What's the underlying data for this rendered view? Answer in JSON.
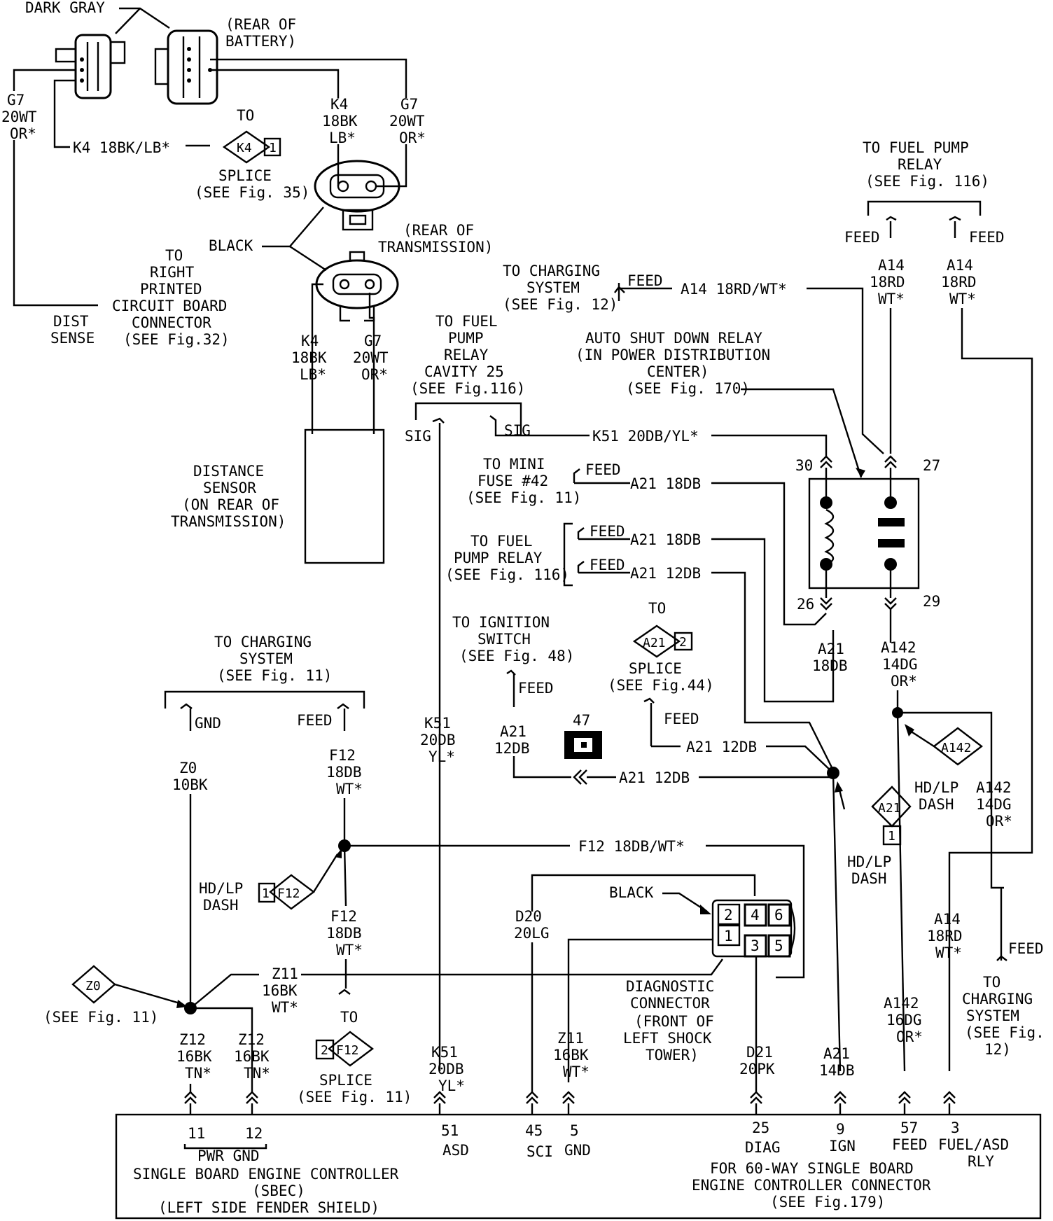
{
  "labels": {
    "dark_gray": "DARK GRAY",
    "rear_of_battery": [
      "(REAR OF",
      "BATTERY)"
    ],
    "g7_left": [
      "G7",
      "20WT",
      "OR*"
    ],
    "k4_left_wire": "K4 18BK/LB*",
    "to_splice_k4": "TO",
    "splice_k4": [
      "SPLICE",
      "(SEE Fig. 35)"
    ],
    "k4_top": [
      "K4",
      "18BK",
      "LB*"
    ],
    "g7_top": [
      "G7",
      "20WT",
      "OR*"
    ],
    "black_top": "BLACK",
    "rear_of_transmission": [
      "(REAR OF",
      "TRANSMISSION)"
    ],
    "to_right_pcb": [
      "TO",
      "RIGHT",
      "PRINTED",
      "CIRCUIT BOARD",
      "CONNECTOR",
      "(SEE Fig.32)"
    ],
    "dist_sense": [
      "DIST",
      "SENSE"
    ],
    "k4_lower": [
      "K4",
      "18BK",
      "LB*"
    ],
    "g7_lower": [
      "G7",
      "20WT",
      "OR*"
    ],
    "distance_sensor": [
      "DISTANCE",
      "SENSOR",
      "(ON REAR OF",
      "TRANSMISSION)"
    ],
    "to_fuel_pump_relay_top": [
      "TO FUEL PUMP",
      "RELAY",
      "(SEE Fig. 116)"
    ],
    "feed": "FEED",
    "a14_top": [
      "A14",
      "18RD",
      "WT*"
    ],
    "to_charging_12": [
      "TO CHARGING",
      "SYSTEM",
      "(SEE Fig. 12)"
    ],
    "a14_wire": "A14 18RD/WT*",
    "to_fuel_pump_relay_cavity": [
      "TO FUEL",
      "PUMP",
      "RELAY",
      "CAVITY 25",
      "(SEE Fig.116)"
    ],
    "asd_relay": [
      "AUTO SHUT DOWN RELAY",
      "(IN POWER DISTRIBUTION",
      "CENTER)",
      "(SEE Fig. 170)"
    ],
    "sig": "SIG",
    "k51_wire": "K51 20DB/YL*",
    "pin_30": "30",
    "pin_27": "27",
    "pin_26": "26",
    "pin_29": "29",
    "to_mini_fuse": [
      "TO MINI",
      "FUSE #42",
      "(SEE Fig. 11)"
    ],
    "a21_18db": "A21 18DB",
    "a21_12db": "A21 12DB",
    "to_fuel_pump_relay_mid": [
      "TO FUEL",
      "PUMP RELAY",
      "(SEE Fig. 116)"
    ],
    "a21_vert": [
      "A21",
      "18DB"
    ],
    "a142_vert": [
      "A142",
      "14DG",
      "OR*"
    ],
    "to_ignition": [
      "TO IGNITION",
      "SWITCH",
      "(SEE Fig. 48)"
    ],
    "a21_12db_vert": [
      "A21",
      "12DB"
    ],
    "conn_47": "47",
    "to_splice_a21": "TO",
    "splice_a21": [
      "SPLICE",
      "(SEE Fig.44)"
    ],
    "a21_tag": "A21",
    "tag_2": "2",
    "tag_1": "1",
    "a142_tag": "A142",
    "hd_lp_dash": [
      "HD/LP",
      "DASH"
    ],
    "a142_right": [
      "A142",
      "14DG",
      "OR*"
    ],
    "to_charging_11": [
      "TO CHARGING",
      "SYSTEM",
      "(SEE Fig. 11)"
    ],
    "gnd": "GND",
    "z0_vert": [
      "Z0",
      "10BK"
    ],
    "f12_vert": [
      "F12",
      "18DB",
      "WT*"
    ],
    "k51_vert": [
      "K51",
      "20DB",
      "YL*"
    ],
    "f12_wire": "F12 18DB/WT*",
    "f12_tag": "F12",
    "d20": [
      "D20",
      "20LG"
    ],
    "black_diag": "BLACK",
    "diag_pins": [
      "2",
      "4",
      "6",
      "1",
      "3",
      "5"
    ],
    "z11_wire": [
      "Z11",
      "16BK",
      "WT*"
    ],
    "z0_tag": "Z0",
    "see_fig_11": "(SEE Fig. 11)",
    "to_splice_f12": "TO",
    "splice_f12": [
      "SPLICE",
      "(SEE Fig. 11)"
    ],
    "diagnostic_connector": [
      "DIAGNOSTIC",
      "CONNECTOR",
      "(FRONT OF",
      "LEFT SHOCK",
      "TOWER)"
    ],
    "z12_a": [
      "Z12",
      "16BK",
      "TN*"
    ],
    "z12_b": [
      "Z12",
      "16BK",
      "TN*"
    ],
    "k51_lower": [
      "K51",
      "20DB",
      "YL*"
    ],
    "z11_lower": [
      "Z11",
      "16BK",
      "WT*"
    ],
    "d21": [
      "D21",
      "20PK"
    ],
    "a21_14db": [
      "A21",
      "14DB"
    ],
    "a142_16dg": [
      "A142",
      "16DG",
      "OR*"
    ],
    "a14_lower": [
      "A14",
      "18RD",
      "WT*"
    ],
    "to_charging_12b": [
      "TO",
      "CHARGING",
      "SYSTEM",
      "(SEE Fig.",
      "12)"
    ],
    "pins_bottom": [
      "11",
      "12",
      "51",
      "45",
      "5",
      "25",
      "9",
      "57",
      "3"
    ],
    "pin_names": [
      "PWR GND",
      "ASD",
      "SCI",
      "GND",
      "DIAG",
      "IGN",
      "FEED",
      "FUEL/ASD",
      "RLY"
    ],
    "sbec": [
      "SINGLE BOARD ENGINE CONTROLLER",
      "(SBEC)",
      "(LEFT SIDE FENDER SHIELD)"
    ],
    "for_60way": [
      "FOR 60-WAY SINGLE BOARD",
      "ENGINE CONTROLLER CONNECTOR",
      "(SEE Fig.179)"
    ]
  }
}
